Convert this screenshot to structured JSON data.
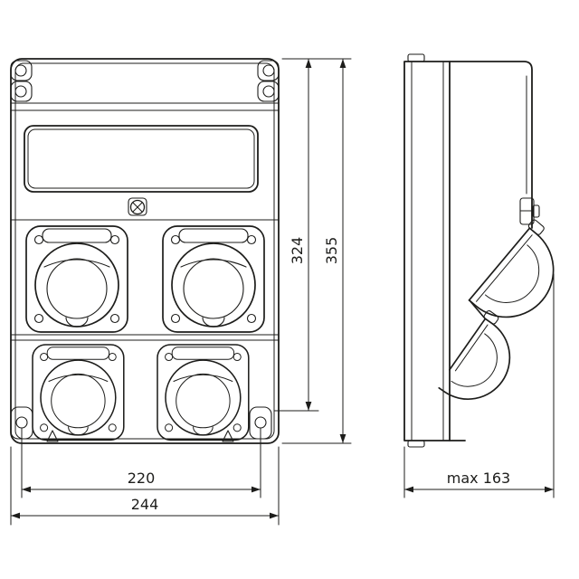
{
  "diagram": {
    "type": "technical-dimension-drawing",
    "background": "#ffffff",
    "line_color": "#1d1d1b",
    "views": {
      "front": "front-view",
      "side": "side-view"
    },
    "dimensions": {
      "inner_height": {
        "label": "324",
        "axis": "vertical"
      },
      "outer_height": {
        "label": "355",
        "axis": "vertical"
      },
      "inner_width": {
        "label": "220",
        "axis": "horizontal"
      },
      "outer_width": {
        "label": "244",
        "axis": "horizontal"
      },
      "max_depth": {
        "label": "max 163",
        "axis": "horizontal"
      }
    }
  }
}
